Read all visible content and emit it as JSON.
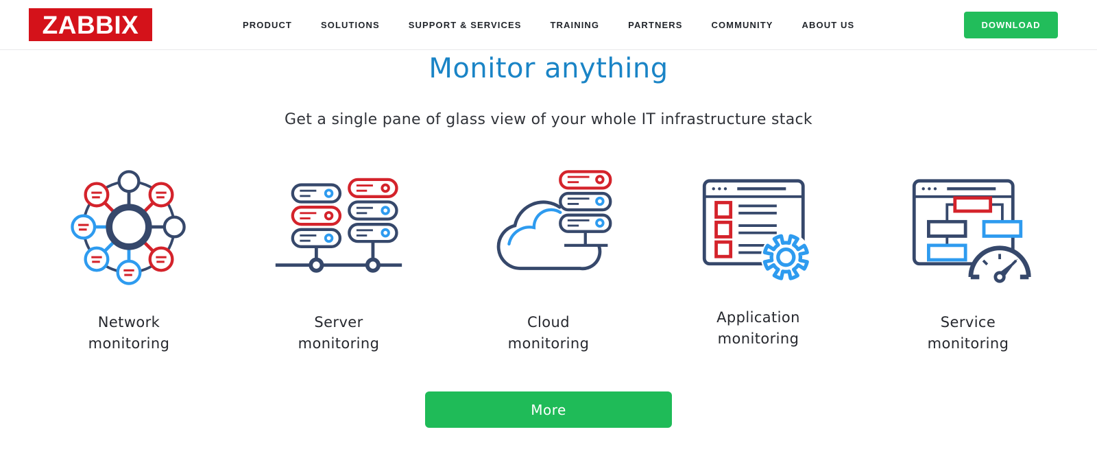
{
  "header": {
    "logo": "ZABBIX",
    "nav": [
      "PRODUCT",
      "SOLUTIONS",
      "SUPPORT & SERVICES",
      "TRAINING",
      "PARTNERS",
      "COMMUNITY",
      "ABOUT US"
    ],
    "download": "DOWNLOAD"
  },
  "hero": {
    "title": "Monitor anything",
    "subtitle": "Get a single pane of glass view of your whole IT infrastructure stack"
  },
  "features": [
    {
      "id": "network-monitoring",
      "icon": "network-hub-icon",
      "label_lines": [
        "Network",
        "monitoring"
      ]
    },
    {
      "id": "server-monitoring",
      "icon": "server-stack-icon",
      "label_lines": [
        "Server",
        "monitoring"
      ]
    },
    {
      "id": "cloud-monitoring",
      "icon": "cloud-servers-icon",
      "label_lines": [
        "Cloud",
        "monitoring"
      ]
    },
    {
      "id": "application-monitoring",
      "icon": "app-window-gear-icon",
      "label_lines": [
        "Application",
        "monitoring"
      ]
    },
    {
      "id": "service-monitoring",
      "icon": "service-window-gauge-icon",
      "label_lines": [
        "Service",
        "monitoring"
      ]
    }
  ],
  "cta": {
    "more": "More"
  },
  "colors": {
    "brand_red": "#d4121a",
    "heading_blue": "#1a84c6",
    "icon_navy": "#36486b",
    "icon_red": "#d4232b",
    "icon_blue": "#2e9bef",
    "button_green": "#1fbb58"
  }
}
